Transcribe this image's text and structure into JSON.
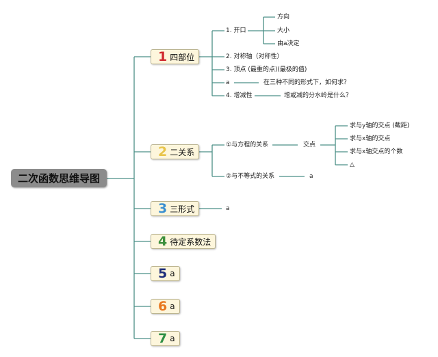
{
  "root": "二次函数思维导图",
  "colors": {
    "line": "#4a8f86",
    "num1": "#d0282e",
    "num2": "#e8c44a",
    "num3": "#3a8fd0",
    "num4": "#3c8f3c",
    "num5": "#1f2e7a",
    "num6": "#e8781f",
    "num7": "#2e8f44"
  },
  "branches": [
    {
      "num": "1",
      "label": "四部位",
      "children": [
        {
          "label": "1. 开口",
          "children": [
            "方向",
            "大小",
            "由a决定"
          ]
        },
        {
          "label": "2. 对称轴（对称性）"
        },
        {
          "label": "3. 顶点 (最重的点)(最极的值)"
        },
        {
          "label": "a",
          "children": [
            "在三种不同的形式下，如何求？"
          ]
        },
        {
          "label": "4. 增减性",
          "children": [
            "增或减的分水岭是什么？"
          ]
        }
      ]
    },
    {
      "num": "2",
      "label": "二关系",
      "children": [
        {
          "label": "①与方程的关系",
          "children": [
            {
              "label": "交点",
              "children": [
                "求与y轴的交点 (截距)",
                "求与x轴的交点",
                "求与x轴交点的个数",
                "△"
              ]
            }
          ]
        },
        {
          "label": "②与不等式的关系",
          "children": [
            "a"
          ]
        }
      ]
    },
    {
      "num": "3",
      "label": "三形式",
      "children": [
        {
          "label": "a"
        }
      ]
    },
    {
      "num": "4",
      "label": "待定系数法"
    },
    {
      "num": "5",
      "label": "a"
    },
    {
      "num": "6",
      "label": "a"
    },
    {
      "num": "7",
      "label": "a"
    }
  ]
}
